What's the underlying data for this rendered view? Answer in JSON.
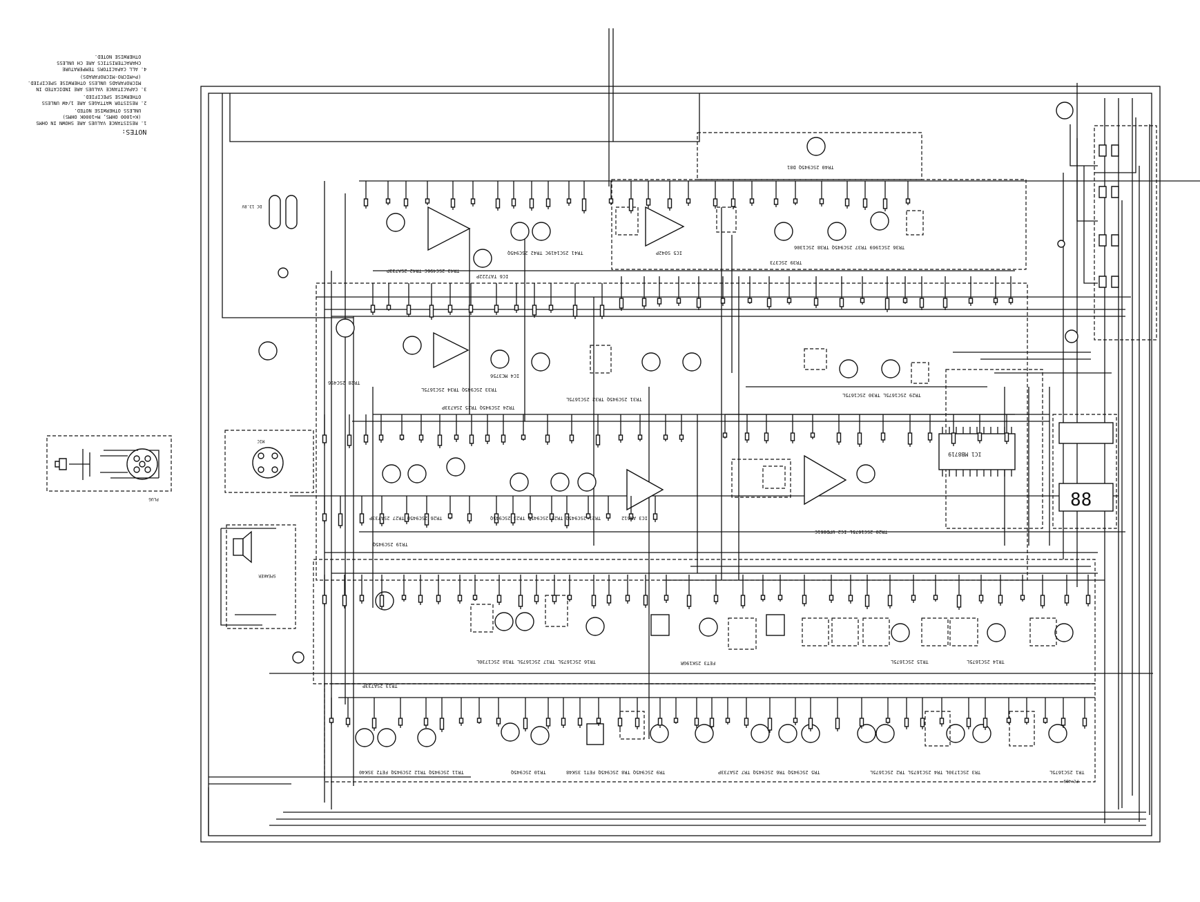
{
  "notes": {
    "heading": "NOTES:",
    "lines": [
      "1. RESISTANCE VALUES ARE SHOWN IN OHMS",
      "(K=1000 OHMS, M=1000K OHMS)",
      "UNLESS OTHERWISE NOTED.",
      "2. RESISTOR WATTAGES ARE 1/4W UNLESS",
      "OTHERWISE SPECIFIED.",
      "3. CAPACITANCE VALUES ARE INDICATED IN",
      "MICROFARADS UNLESS OTHERWISE SPECIFIED.",
      "(P=MICRO-MICROFARADS)",
      "4. ALL CAPACITORS TEMPERATURE",
      "CHARACTERISTICS ARE CH UNLESS",
      "OTHERWISE NOTED."
    ]
  },
  "labels": {
    "row_top_left": "TR43 2SC496C  TR42 2SA733P",
    "ic6": "IC6 TA7222P",
    "row_top_mid": "TR41 2SC1419C  TR42 2SC945Q",
    "ic5": "IC5 SO42P",
    "tr39": "TR39 2SC373",
    "row_top_right": "TR36 2SC1969  TR37 2SC945Q  TR38 2SC1306",
    "tr40": "TR40 2SC945Q  D81",
    "row2_left": "TR33 2SC945Q  TR34 2SC1675L",
    "ic4": "IC4 MC3756",
    "tr28": "TR28 2SC496",
    "row2_mid": "TR31 2SC945Q  TR32 2SC1675L",
    "row2_mid2": "TR24 2SC945Q  TR25 2SA733P",
    "row2_right": "TR29 2SC1675L  TR30 2SC1675L",
    "row3_left": "TR26 2SC945Q  TR27 2SA733P",
    "row3_mid": "TR21 2SC945Q  TR22 2SC945Q  TR23 2SC945Q",
    "ic3": "IC3 AN612",
    "row3_right": "TR20 2SC1675L  IC2 UPD861C",
    "ic1": "IC1 MB8719",
    "tr19": "TR19 2SC945Q",
    "row4_left": "TR16 2SC1675L  TR17 2SC1675L  TR18 2SC1730L",
    "fet3": "FET3 2SK19GR",
    "tr15": "TR15 2SC1675L",
    "tr14": "TR14 2SC1675L",
    "row5_left": "TR13 2SA733P",
    "row5_a": "TR11 2SC945Q  TR12 2SC945Q  FET2 3SK40",
    "row5_b": "TR10 2SC945Q",
    "row5_c": "TR9 2SC945Q  TR8 2SC945Q  FET1 3SK48",
    "row5_d": "TR5 2SC945Q  TR6 2SC945Q  TR7 2SA733P",
    "row5_e": "TR3 2SC1730L  TR4 2SC1675L  TR2 2SC1675L",
    "row5_f": "TR1 2SC1675L",
    "pc_board": "PC-409",
    "display": "88",
    "antenna_plug": "PLUG",
    "speaker": "SPEAKER",
    "mic_jack": "MIC",
    "power": "DC 13.8V"
  }
}
